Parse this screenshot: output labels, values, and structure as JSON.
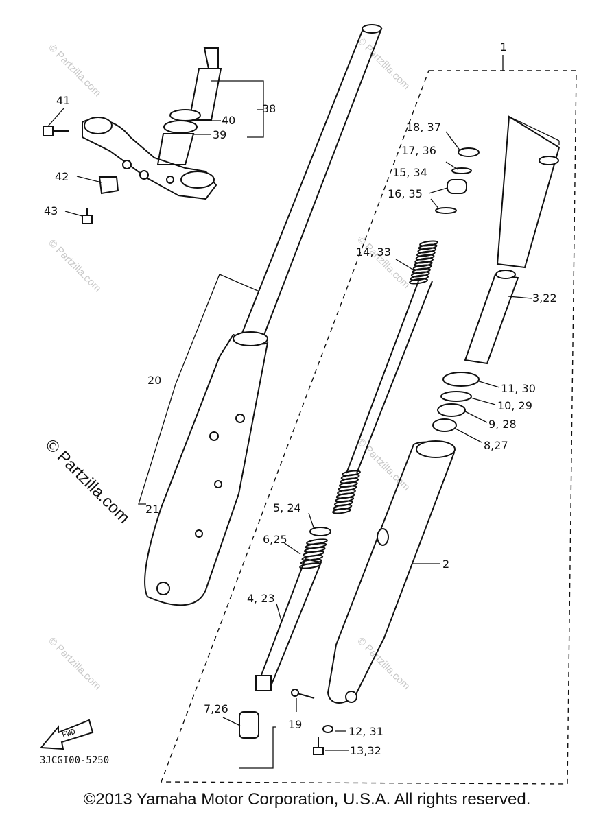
{
  "callouts": {
    "c1": "1",
    "c2": "2",
    "c3_22": "3,22",
    "c4_23": "4, 23",
    "c5_24": "5, 24",
    "c6_25": "6,25",
    "c7_26": "7,26",
    "c8_27": "8,27",
    "c9_28": "9, 28",
    "c10_29": "10, 29",
    "c11_30": "11, 30",
    "c12_31": "12, 31",
    "c13_32": "13,32",
    "c14_33": "14, 33",
    "c15_34": "15, 34",
    "c16_35": "16, 35",
    "c17_36": "17, 36",
    "c18_37": "18, 37",
    "c19": "19",
    "c20": "20",
    "c21": "21",
    "c38": "38",
    "c39": "39",
    "c40": "40",
    "c41": "41",
    "c42": "42",
    "c43": "43"
  },
  "fwd_label": "FWD",
  "diagram_code": "3JCGI00-5250",
  "watermark_small": "© Partzilla.com",
  "watermark_large": "© Partzilla.com",
  "copyright": "©2013 Yamaha Motor Corporation, U.S.A. All rights reserved."
}
